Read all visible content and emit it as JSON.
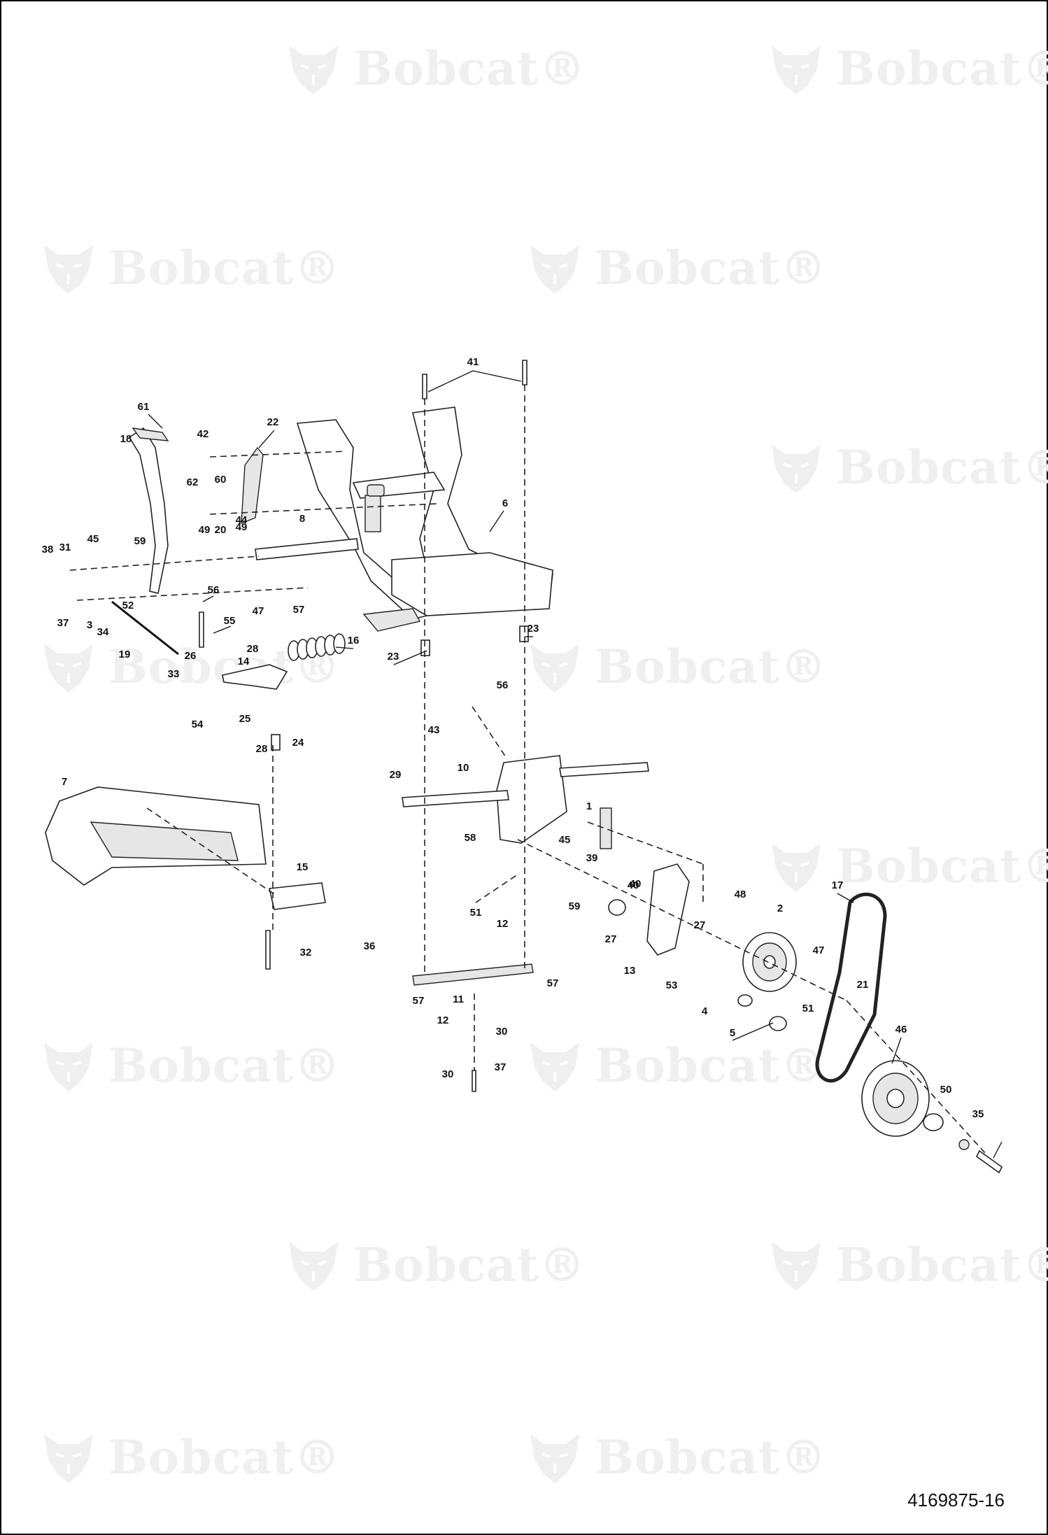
{
  "watermark": {
    "text": "Bobcat",
    "mark": "®",
    "logo_icon": "bobcat-logo-icon",
    "color": "#efefef"
  },
  "document_number": "4169875-16",
  "callouts": [
    "61",
    "18",
    "42",
    "22",
    "60",
    "62",
    "8",
    "6",
    "41",
    "59",
    "49",
    "20",
    "49",
    "44",
    "45",
    "38",
    "31",
    "56",
    "52",
    "37",
    "3",
    "34",
    "19",
    "55",
    "47",
    "57",
    "28",
    "16",
    "33",
    "26",
    "14",
    "25",
    "54",
    "23",
    "23",
    "56",
    "43",
    "24",
    "28",
    "29",
    "10",
    "7",
    "58",
    "45",
    "1",
    "39",
    "40",
    "15",
    "48",
    "17",
    "59",
    "27",
    "51",
    "12",
    "2",
    "27",
    "47",
    "40",
    "32",
    "36",
    "13",
    "57",
    "57",
    "21",
    "11",
    "53",
    "4",
    "51",
    "12",
    "30",
    "5",
    "46",
    "37",
    "30",
    "50",
    "35"
  ]
}
